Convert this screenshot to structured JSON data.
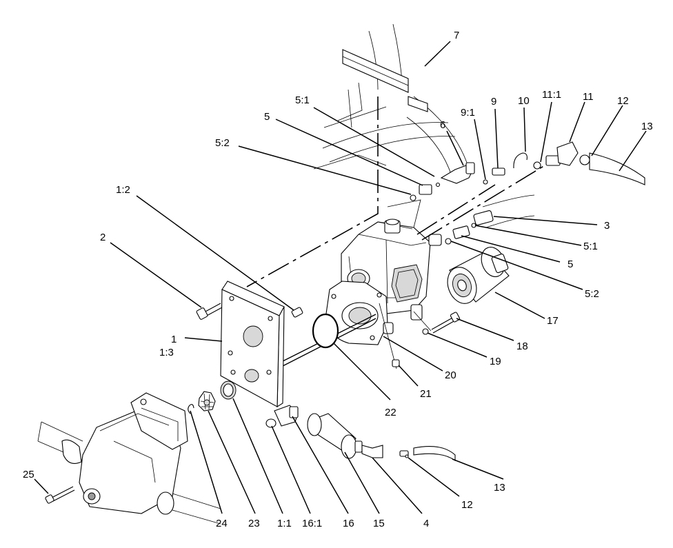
{
  "diagram": {
    "callouts": [
      {
        "id": "c7",
        "text": "7"
      },
      {
        "id": "c5_1a",
        "text": "5:1"
      },
      {
        "id": "c5a",
        "text": "5"
      },
      {
        "id": "c5_2a",
        "text": "5:2"
      },
      {
        "id": "c6",
        "text": "6"
      },
      {
        "id": "c9_1",
        "text": "9:1"
      },
      {
        "id": "c9",
        "text": "9"
      },
      {
        "id": "c10",
        "text": "10"
      },
      {
        "id": "c11_1",
        "text": "11:1"
      },
      {
        "id": "c11",
        "text": "11"
      },
      {
        "id": "c12a",
        "text": "12"
      },
      {
        "id": "c13a",
        "text": "13"
      },
      {
        "id": "c1_2",
        "text": "1:2"
      },
      {
        "id": "c2",
        "text": "2"
      },
      {
        "id": "c3",
        "text": "3"
      },
      {
        "id": "c5_1b",
        "text": "5:1"
      },
      {
        "id": "c5b",
        "text": "5"
      },
      {
        "id": "c5_2b",
        "text": "5:2"
      },
      {
        "id": "c17",
        "text": "17"
      },
      {
        "id": "c18",
        "text": "18"
      },
      {
        "id": "c19",
        "text": "19"
      },
      {
        "id": "c20",
        "text": "20"
      },
      {
        "id": "c21",
        "text": "21"
      },
      {
        "id": "c22",
        "text": "22"
      },
      {
        "id": "c1",
        "text": "1"
      },
      {
        "id": "c1_3",
        "text": "1:3"
      },
      {
        "id": "c25",
        "text": "25"
      },
      {
        "id": "c24",
        "text": "24"
      },
      {
        "id": "c23",
        "text": "23"
      },
      {
        "id": "c1_1",
        "text": "1:1"
      },
      {
        "id": "c16_1",
        "text": "16:1"
      },
      {
        "id": "c16",
        "text": "16"
      },
      {
        "id": "c15",
        "text": "15"
      },
      {
        "id": "c4",
        "text": "4"
      },
      {
        "id": "c12b",
        "text": "12"
      },
      {
        "id": "c13b",
        "text": "13"
      }
    ]
  }
}
